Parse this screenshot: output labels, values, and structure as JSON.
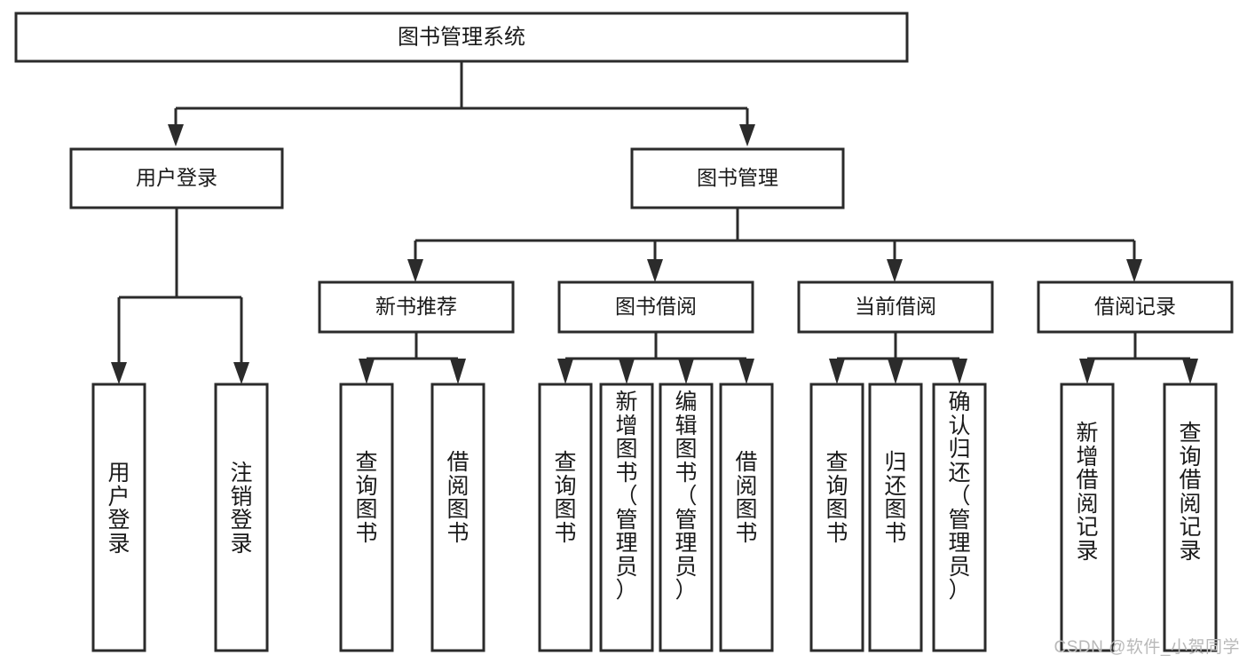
{
  "diagram": {
    "title": "图书管理系统",
    "type": "tree-hierarchy-diagram",
    "colors": {
      "box_stroke": "#2b2b2b",
      "box_fill": "#ffffff",
      "text": "#1a1a1a",
      "background": "#ffffff",
      "watermark": "#b9b9b9"
    },
    "root": {
      "label": "图书管理系统"
    },
    "level1": [
      {
        "label": "用户登录"
      },
      {
        "label": "图书管理"
      }
    ],
    "level2": [
      {
        "label": "新书推荐"
      },
      {
        "label": "图书借阅"
      },
      {
        "label": "当前借阅"
      },
      {
        "label": "借阅记录"
      }
    ],
    "leaves": {
      "user_login": [
        {
          "lines": [
            "用",
            "户",
            "登",
            "录"
          ],
          "label": "用户登录"
        },
        {
          "lines": [
            "注",
            "销",
            "登",
            "录"
          ],
          "label": "注销登录"
        }
      ],
      "new_book_recommend": [
        {
          "lines": [
            "查",
            "询",
            "图",
            "书"
          ],
          "label": "查询图书"
        },
        {
          "lines": [
            "借",
            "阅",
            "图",
            "书"
          ],
          "label": "借阅图书"
        }
      ],
      "book_borrow": [
        {
          "lines": [
            "查",
            "询",
            "图",
            "书"
          ],
          "label": "查询图书"
        },
        {
          "lines": [
            "新",
            "增",
            "图",
            "书",
            "（",
            "管",
            "理",
            "员",
            "）"
          ],
          "label": "新增图书（管理员）"
        },
        {
          "lines": [
            "编",
            "辑",
            "图",
            "书",
            "（",
            "管",
            "理",
            "员",
            "）"
          ],
          "label": "编辑图书（管理员）"
        },
        {
          "lines": [
            "借",
            "阅",
            "图",
            "书"
          ],
          "label": "借阅图书"
        }
      ],
      "current_borrow": [
        {
          "lines": [
            "查",
            "询",
            "图",
            "书"
          ],
          "label": "查询图书"
        },
        {
          "lines": [
            "归",
            "还",
            "图",
            "书"
          ],
          "label": "归还图书"
        },
        {
          "lines": [
            "确",
            "认",
            "归",
            "还",
            "（",
            "管",
            "理",
            "员",
            "）"
          ],
          "label": "确认归还（管理员）"
        }
      ],
      "borrow_record": [
        {
          "lines": [
            "新",
            "增",
            "借",
            "阅",
            "记",
            "录"
          ],
          "label": "新增借阅记录"
        },
        {
          "lines": [
            "查",
            "询",
            "借",
            "阅",
            "记",
            "录"
          ],
          "label": "查询借阅记录"
        }
      ]
    },
    "watermark": "CSDN @软件_小贺同学"
  }
}
